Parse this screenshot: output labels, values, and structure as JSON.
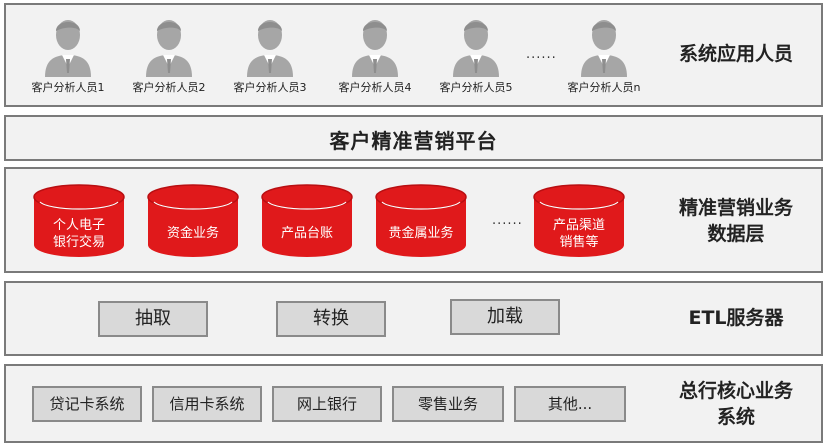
{
  "users_layer": {
    "title": "系统应用人员",
    "ellipsis": "......",
    "users": [
      {
        "label": "客户分析人员1"
      },
      {
        "label": "客户分析人员2"
      },
      {
        "label": "客户分析人员3"
      },
      {
        "label": "客户分析人员4"
      },
      {
        "label": "客户分析人员5"
      },
      {
        "label": "客户分析人员n"
      }
    ]
  },
  "platform": {
    "title": "客户精准营销平台"
  },
  "data_layer": {
    "title_line1": "精准营销业务",
    "title_line2": "数据层",
    "ellipsis": "......",
    "stores": [
      {
        "line1": "个人电子",
        "line2": "银行交易"
      },
      {
        "line1": "资金业务",
        "line2": ""
      },
      {
        "line1": "产品台账",
        "line2": ""
      },
      {
        "line1": "贵金属业务",
        "line2": ""
      },
      {
        "line1": "产品渠道",
        "line2": "销售等"
      }
    ]
  },
  "etl_layer": {
    "title": "ETL服务器",
    "steps": [
      {
        "label": "抽取"
      },
      {
        "label": "转换"
      },
      {
        "label": "加载"
      }
    ]
  },
  "core_layer": {
    "title_line1": "总行核心业务",
    "title_line2": "系统",
    "systems": [
      {
        "label": "贷记卡系统"
      },
      {
        "label": "信用卡系统"
      },
      {
        "label": "网上银行"
      },
      {
        "label": "零售业务"
      },
      {
        "label": "其他..."
      }
    ]
  },
  "colors": {
    "store_red": "#e0191b",
    "store_dark": "#b90f12",
    "person_grey": "#a6a6a6"
  }
}
